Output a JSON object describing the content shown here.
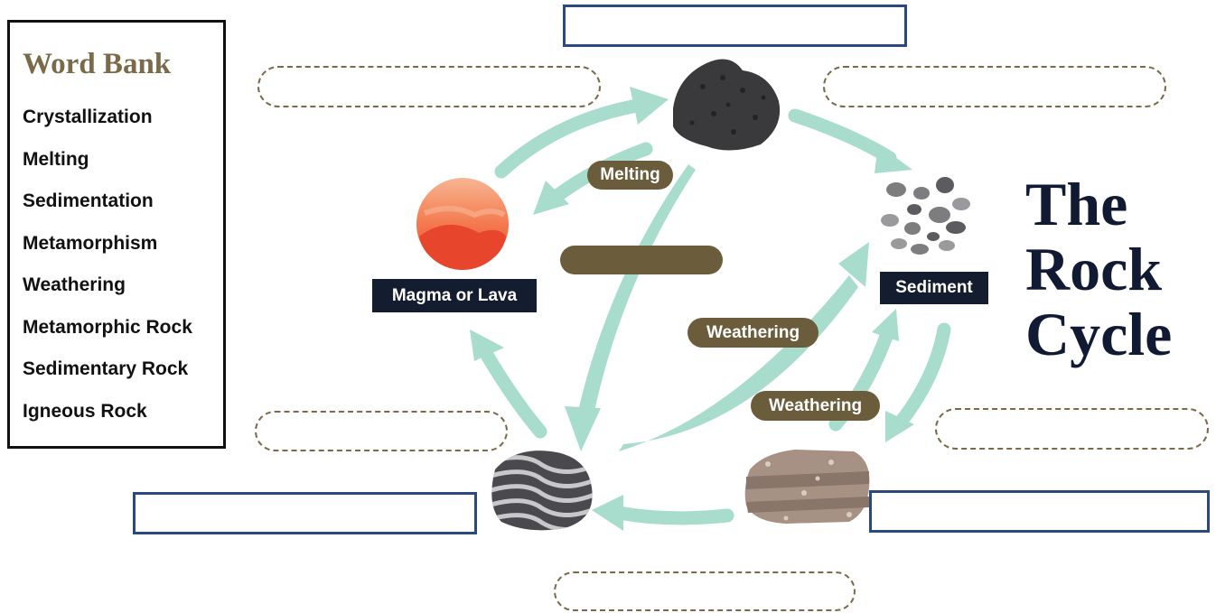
{
  "word_bank": {
    "title": "Word Bank",
    "items": [
      "Crystallization",
      "Melting",
      "Sedimentation",
      "Metamorphism",
      "Weathering",
      "Metamorphic Rock",
      "Sedimentary Rock",
      "Igneous Rock"
    ]
  },
  "title": [
    "The",
    "Rock",
    "Cycle"
  ],
  "labels": {
    "magma": "Magma or Lava",
    "sediment": "Sediment"
  },
  "process_labels": [
    "Melting",
    "Weathering",
    "Weathering"
  ],
  "colors": {
    "arrow": "#a8dccd",
    "pill": "#6b5d3b",
    "navy": "#141d2f",
    "answer_border": "#2a4a7f",
    "dashed_border": "#7a6a4a"
  }
}
